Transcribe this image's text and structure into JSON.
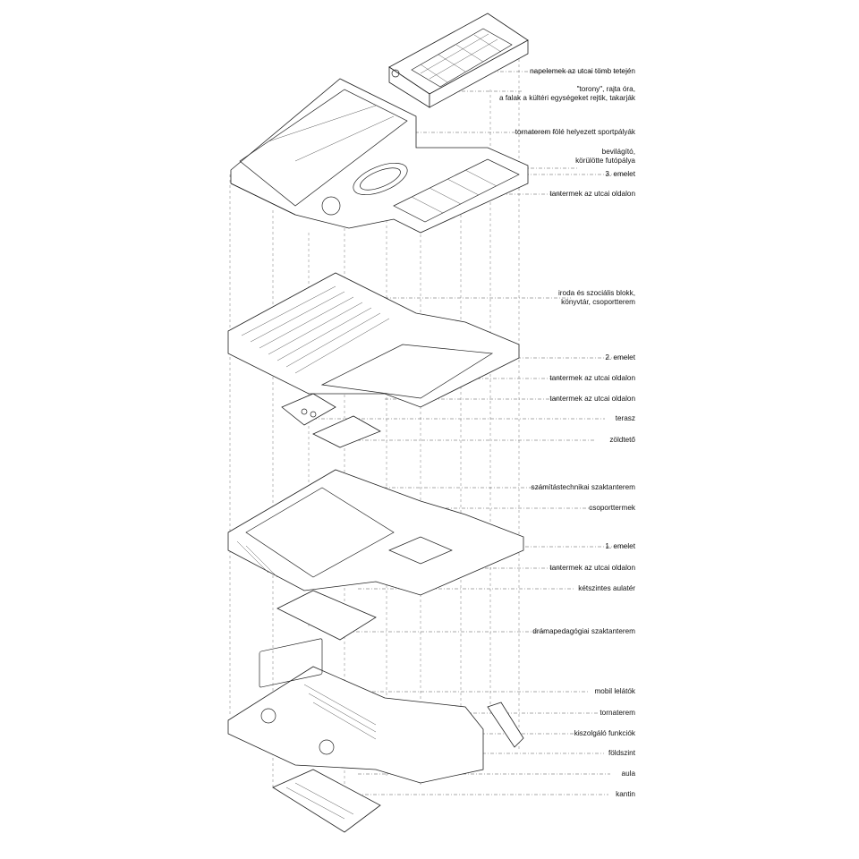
{
  "labels": [
    {
      "id": "solar",
      "text": "napelemek az utcai tömb tetején"
    },
    {
      "id": "tower",
      "lines": [
        "\"torony\", rajta óra,",
        "a falak a kültéri egységeket rejtik, takarják"
      ]
    },
    {
      "id": "sport",
      "text": "tornaterem fölé helyezett sportpályák"
    },
    {
      "id": "track",
      "lines": [
        "bevilágító,",
        "körülötte futópálya"
      ]
    },
    {
      "id": "floor3",
      "text": "3. emelet"
    },
    {
      "id": "class3",
      "text": "tantermek az utcai oldalon"
    },
    {
      "id": "office",
      "lines": [
        "iroda és szociális blokk,",
        "könyvtár, csoportterem"
      ]
    },
    {
      "id": "floor2",
      "text": "2. emelet"
    },
    {
      "id": "class2a",
      "text": "tantermek az utcai oldalon"
    },
    {
      "id": "class2b",
      "text": "tantermek az utcai oldalon"
    },
    {
      "id": "terrace",
      "text": "terasz"
    },
    {
      "id": "greenroof",
      "text": "zöldtető"
    },
    {
      "id": "it",
      "text": "számítástechnikai szaktanterem"
    },
    {
      "id": "group",
      "text": "csoporttermek"
    },
    {
      "id": "floor1",
      "text": "1. emelet"
    },
    {
      "id": "class1",
      "text": "tantermek az utcai oldalon"
    },
    {
      "id": "atrium",
      "text": "kétszintes aulatér"
    },
    {
      "id": "drama",
      "text": "drámapedagógiai szaktanterem"
    },
    {
      "id": "bleachers",
      "text": "mobil lelátók"
    },
    {
      "id": "gym",
      "text": "tornaterem"
    },
    {
      "id": "service",
      "text": "kiszolgáló funkciók"
    },
    {
      "id": "ground",
      "text": "földszint"
    },
    {
      "id": "aula",
      "text": "aula"
    },
    {
      "id": "canteen",
      "text": "kantin"
    }
  ]
}
